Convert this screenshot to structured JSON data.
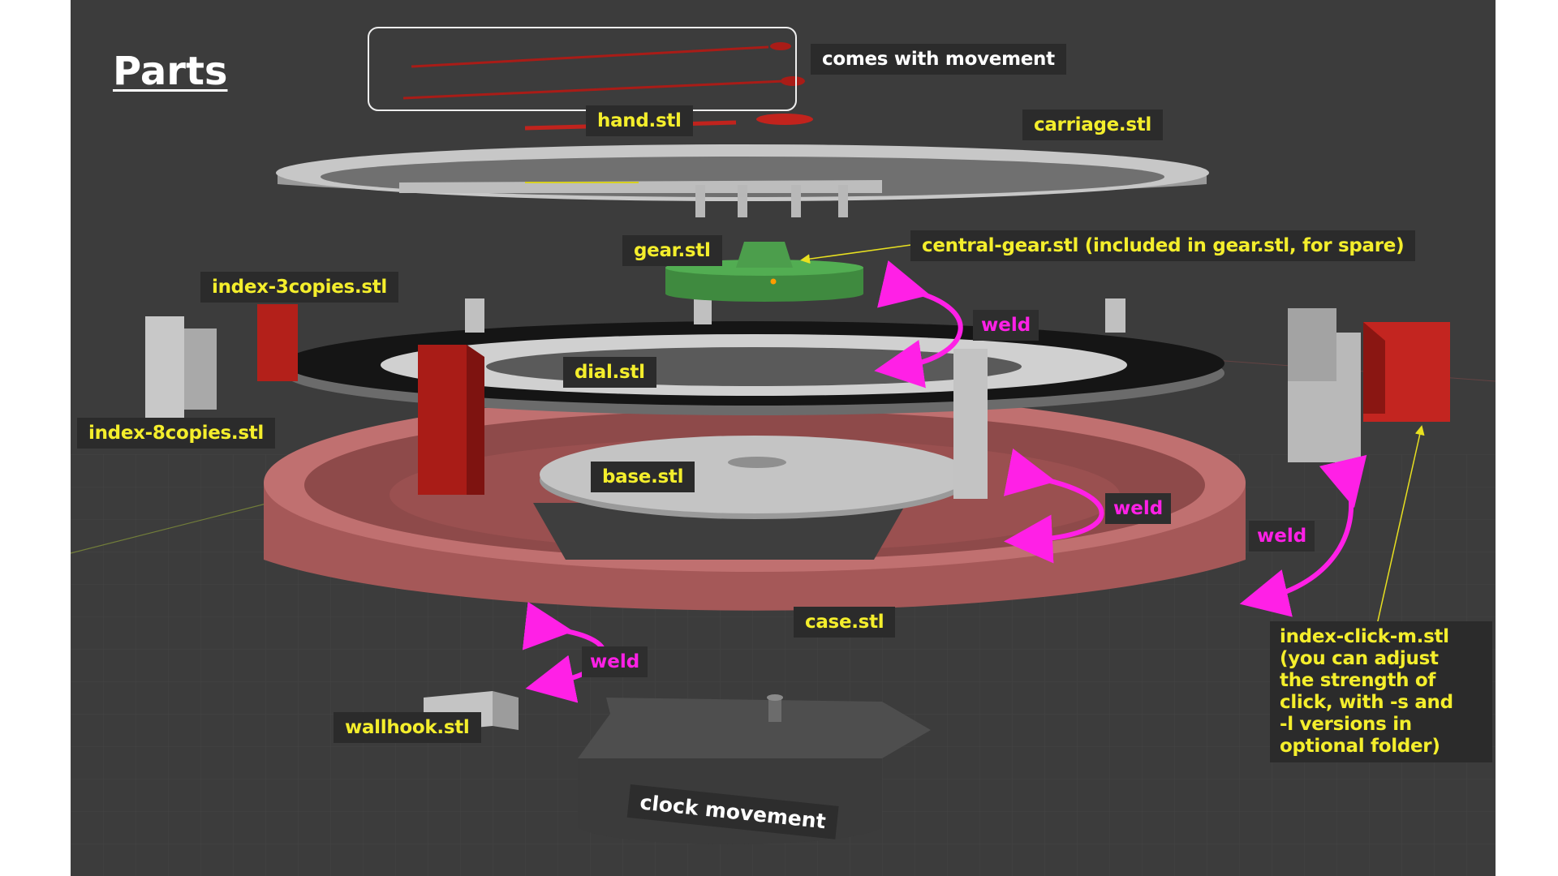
{
  "title": "Parts",
  "labels": {
    "comes_with_movement": "comes with movement",
    "hand": "hand.stl",
    "carriage": "carriage.stl",
    "gear": "gear.stl",
    "central_gear": "central-gear.stl (included in gear.stl, for spare)",
    "index_3copies": "index-3copies.stl",
    "dial": "dial.stl",
    "index_8copies": "index-8copies.stl",
    "base": "base.stl",
    "case": "case.stl",
    "wallhook": "wallhook.stl",
    "clock_movement": "clock movement",
    "index_click_lines": [
      "index-click-m.stl",
      "(you can adjust",
      "the strength of",
      "click, with -s and",
      "-l versions in",
      "optional folder)"
    ]
  },
  "weld_labels": [
    "weld",
    "weld",
    "weld",
    "weld"
  ],
  "colors": {
    "background": "#3c3c3c",
    "label_text": "#f4ee2c",
    "label_bg": "#2b2b2b",
    "weld_text": "#ff20e6",
    "case": "#b86565",
    "red_part": "#c1231d",
    "gear": "#4ca54c",
    "grey_part": "#c6c6c6"
  }
}
